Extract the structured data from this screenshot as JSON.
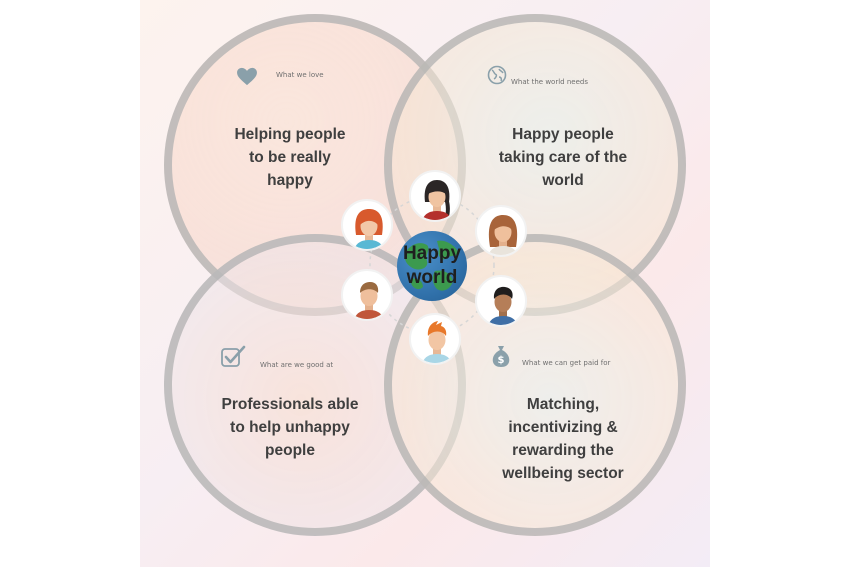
{
  "quadrants": {
    "top_left": {
      "label": "What we love",
      "icon": "heart-icon",
      "lines": [
        "Helping people",
        "to be really",
        "happy"
      ]
    },
    "top_right": {
      "label": "What the world needs",
      "icon": "globe-icon",
      "lines": [
        "Happy people",
        "taking care of the",
        "world"
      ]
    },
    "bottom_left": {
      "label": "What are we good at",
      "icon": "checkmark-icon",
      "lines": [
        "Professionals able",
        "to help unhappy",
        "people"
      ]
    },
    "bottom_right": {
      "label": "What we can get paid for",
      "icon": "money-bag-icon",
      "lines": [
        "Matching,",
        "incentivizing &",
        "rewarding the",
        "wellbeing sector"
      ]
    }
  },
  "center": {
    "line1": "Happy",
    "line2": "world"
  },
  "colors": {
    "circle_border": "#b2b2b2",
    "text": "#3f3f3f",
    "icon": "#8aa0aa",
    "globe_ocean": "#2f6fa8",
    "globe_land": "#3c9a4e"
  }
}
